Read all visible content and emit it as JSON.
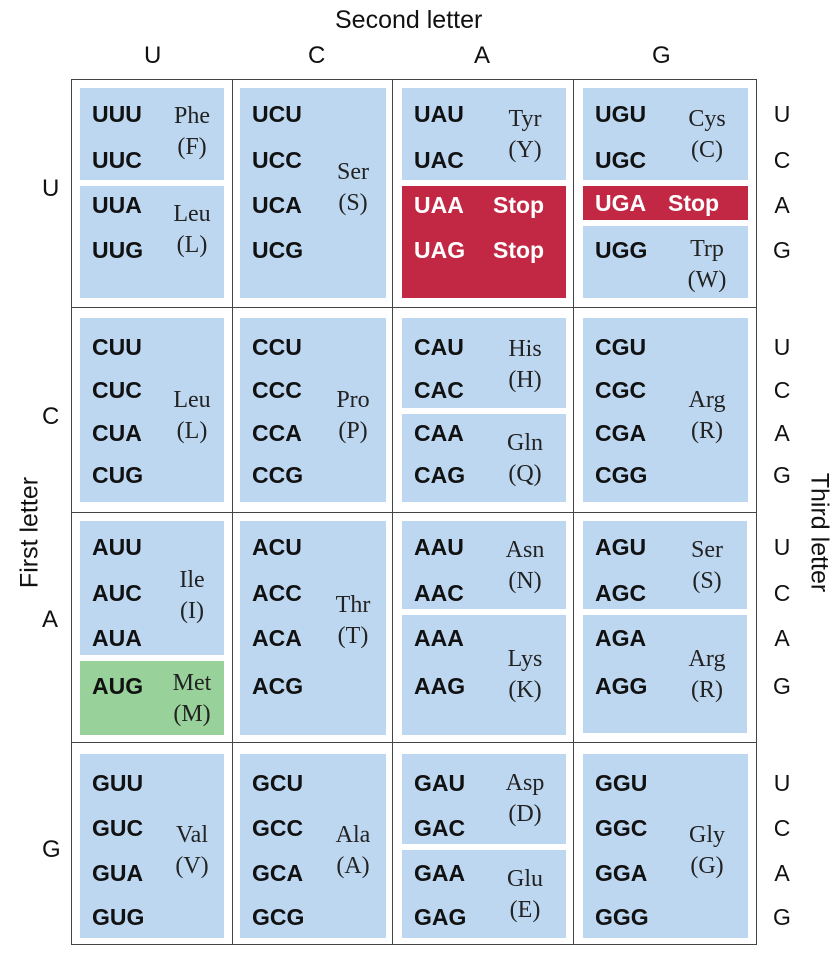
{
  "axis": {
    "second_letter_title": "Second letter",
    "first_letter_title": "First letter",
    "third_letter_title": "Third letter"
  },
  "second_letters": [
    "U",
    "C",
    "A",
    "G"
  ],
  "first_letters": [
    "U",
    "C",
    "A",
    "G"
  ],
  "third_letters": [
    "U",
    "C",
    "A",
    "G"
  ],
  "colors": {
    "amino_acid_box": "#bdd7f0",
    "stop_box": "#c22843",
    "start_box": "#98d19a",
    "grid_line": "#444444"
  },
  "codons": {
    "UUU": "UUU",
    "UUC": "UUC",
    "UUA": "UUA",
    "UUG": "UUG",
    "UCU": "UCU",
    "UCC": "UCC",
    "UCA": "UCA",
    "UCG": "UCG",
    "UAU": "UAU",
    "UAC": "UAC",
    "UAA": "UAA",
    "UAG": "UAG",
    "UGU": "UGU",
    "UGC": "UGC",
    "UGA": "UGA",
    "UGG": "UGG",
    "CUU": "CUU",
    "CUC": "CUC",
    "CUA": "CUA",
    "CUG": "CUG",
    "CCU": "CCU",
    "CCC": "CCC",
    "CCA": "CCA",
    "CCG": "CCG",
    "CAU": "CAU",
    "CAC": "CAC",
    "CAA": "CAA",
    "CAG": "CAG",
    "CGU": "CGU",
    "CGC": "CGC",
    "CGA": "CGA",
    "CGG": "CGG",
    "AUU": "AUU",
    "AUC": "AUC",
    "AUA": "AUA",
    "AUG": "AUG",
    "ACU": "ACU",
    "ACC": "ACC",
    "ACA": "ACA",
    "ACG": "ACG",
    "AAU": "AAU",
    "AAC": "AAC",
    "AAA": "AAA",
    "AAG": "AAG",
    "AGU": "AGU",
    "AGC": "AGC",
    "AGA": "AGA",
    "AGG": "AGG",
    "GUU": "GUU",
    "GUC": "GUC",
    "GUA": "GUA",
    "GUG": "GUG",
    "GCU": "GCU",
    "GCC": "GCC",
    "GCA": "GCA",
    "GCG": "GCG",
    "GAU": "GAU",
    "GAC": "GAC",
    "GAA": "GAA",
    "GAG": "GAG",
    "GGU": "GGU",
    "GGC": "GGC",
    "GGA": "GGA",
    "GGG": "GGG"
  },
  "amino_acids": {
    "phe": {
      "name": "Phe",
      "code": "(F)"
    },
    "leu_u": {
      "name": "Leu",
      "code": "(L)"
    },
    "ser_u": {
      "name": "Ser",
      "code": "(S)"
    },
    "tyr": {
      "name": "Tyr",
      "code": "(Y)"
    },
    "cys": {
      "name": "Cys",
      "code": "(C)"
    },
    "trp": {
      "name": "Trp",
      "code": "(W)"
    },
    "leu_c": {
      "name": "Leu",
      "code": "(L)"
    },
    "pro": {
      "name": "Pro",
      "code": "(P)"
    },
    "his": {
      "name": "His",
      "code": "(H)"
    },
    "gln": {
      "name": "Gln",
      "code": "(Q)"
    },
    "arg_c": {
      "name": "Arg",
      "code": "(R)"
    },
    "ile": {
      "name": "Ile",
      "code": "(I)"
    },
    "met": {
      "name": "Met",
      "code": "(M)"
    },
    "thr": {
      "name": "Thr",
      "code": "(T)"
    },
    "asn": {
      "name": "Asn",
      "code": "(N)"
    },
    "lys": {
      "name": "Lys",
      "code": "(K)"
    },
    "ser_a": {
      "name": "Ser",
      "code": "(S)"
    },
    "arg_a": {
      "name": "Arg",
      "code": "(R)"
    },
    "val": {
      "name": "Val",
      "code": "(V)"
    },
    "ala": {
      "name": "Ala",
      "code": "(A)"
    },
    "asp": {
      "name": "Asp",
      "code": "(D)"
    },
    "glu": {
      "name": "Glu",
      "code": "(E)"
    },
    "gly": {
      "name": "Gly",
      "code": "(G)"
    }
  },
  "stop_label": "Stop"
}
